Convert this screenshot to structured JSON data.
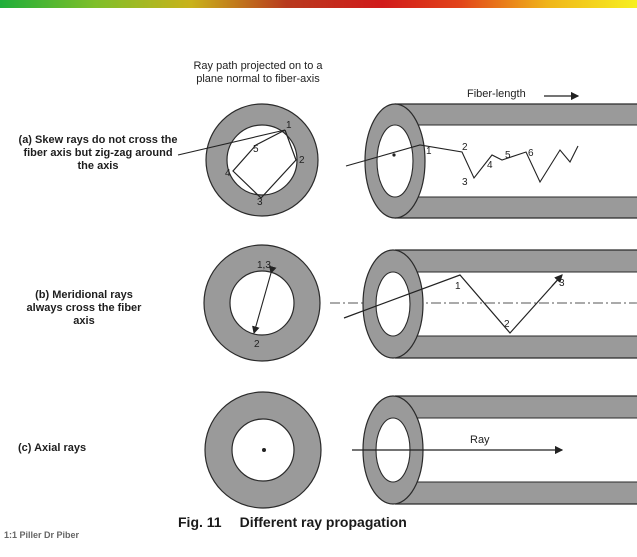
{
  "projection_title": "Ray path projected on to a plane normal to fiber-axis",
  "fiber_length_label": "Fiber-length",
  "rows": [
    {
      "label": "(a) Skew rays do not cross the fiber axis but zig-zag around the axis"
    },
    {
      "label": "(b) Meridional rays always cross the fiber axis"
    },
    {
      "label": "(c) Axial rays"
    }
  ],
  "skew_circle_points": [
    "1",
    "2",
    "3",
    "4",
    "5"
  ],
  "skew_tube_points": [
    "1",
    "2",
    "3",
    "4",
    "5",
    "6"
  ],
  "meridional_circle_labels": [
    "1,3",
    "2"
  ],
  "meridional_tube_points": [
    "1",
    "2",
    "3"
  ],
  "axial_ray_label": "Ray",
  "caption": {
    "fig": "Fig. 11",
    "text": "Different ray propagation"
  },
  "corner_text": "1:1 Piller Dr Piber",
  "colors": {
    "cladding": "#9a9a9a",
    "core": "#ffffff",
    "outline": "#2a2a2a"
  }
}
